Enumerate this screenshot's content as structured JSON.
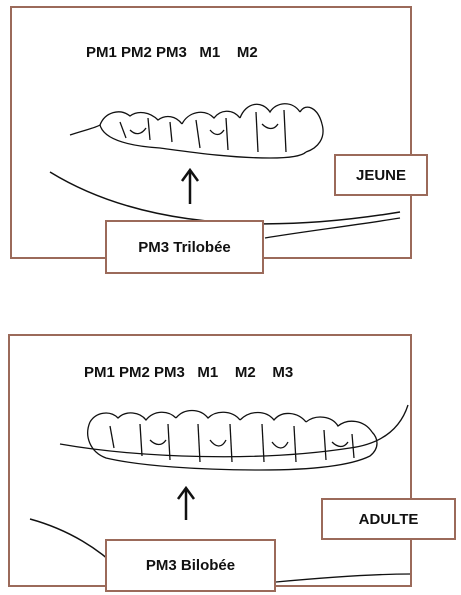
{
  "top_panel": {
    "teeth_labels": "PM1 PM2 PM3   M1    M2",
    "age_label": "JEUNE",
    "pm3_label": "PM3 Trilobée"
  },
  "bottom_panel": {
    "teeth_labels": "PM1 PM2 PM3   M1    M2    M3",
    "age_label": "ADULTE",
    "pm3_label": "PM3 Bilobée"
  },
  "colors": {
    "frame": "#9b6a5a",
    "ink": "#111111"
  }
}
